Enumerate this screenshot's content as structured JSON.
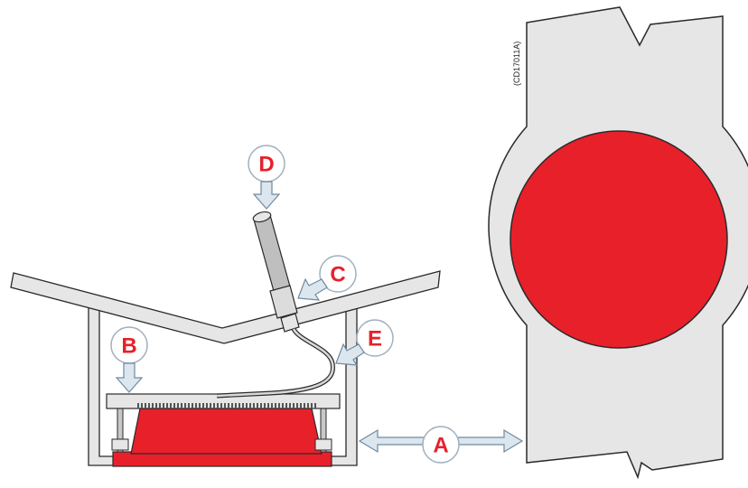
{
  "figure_code": "(CD17011A)",
  "callouts": {
    "a": "A",
    "b": "B",
    "c": "C",
    "d": "D",
    "e": "E"
  },
  "colors": {
    "red": "#e8202a",
    "gray": "#e6e6e6",
    "outline": "#2a2a2a",
    "arrow": "#dce6ee",
    "arrow_edge": "#6f8aa0"
  }
}
